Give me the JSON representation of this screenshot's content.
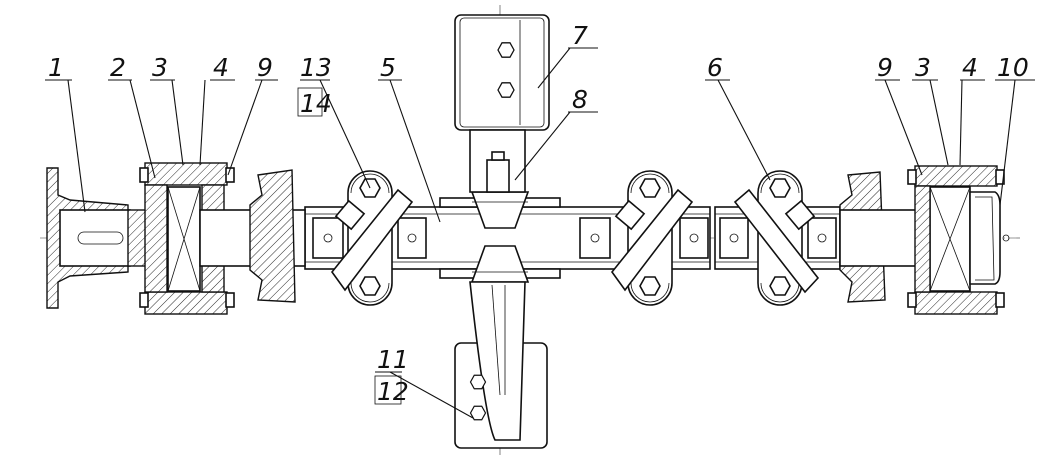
{
  "title": "Rotor assembly drawing",
  "labels": {
    "l1": "1",
    "l2": "2",
    "l3a": "3",
    "l4a": "4",
    "l9a": "9",
    "l13": "13",
    "l14": "14",
    "l5": "5",
    "l7": "7",
    "l8": "8",
    "l6": "6",
    "l9b": "9",
    "l3b": "3",
    "l4b": "4",
    "l10": "10",
    "l11": "11",
    "l12": "12"
  }
}
